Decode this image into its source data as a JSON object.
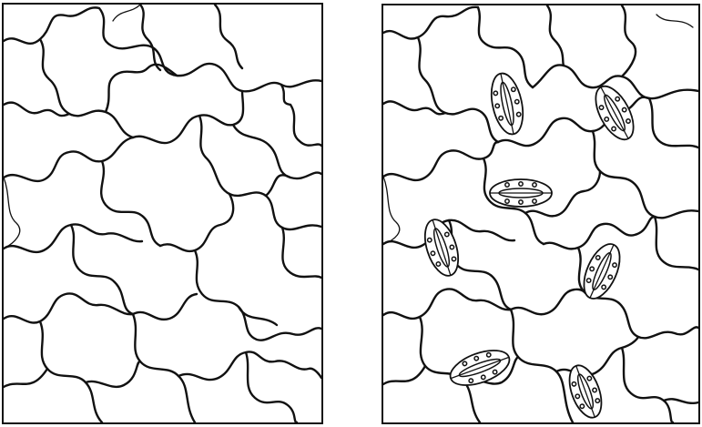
{
  "figure": {
    "panels": [
      {
        "id": "left",
        "subject": "epidermal-cells-without-stomata"
      },
      {
        "id": "right",
        "subject": "epidermal-cells-with-stomata",
        "stomata_count": 7
      }
    ],
    "colors": {
      "line": "#111111",
      "background": "#ffffff"
    }
  }
}
